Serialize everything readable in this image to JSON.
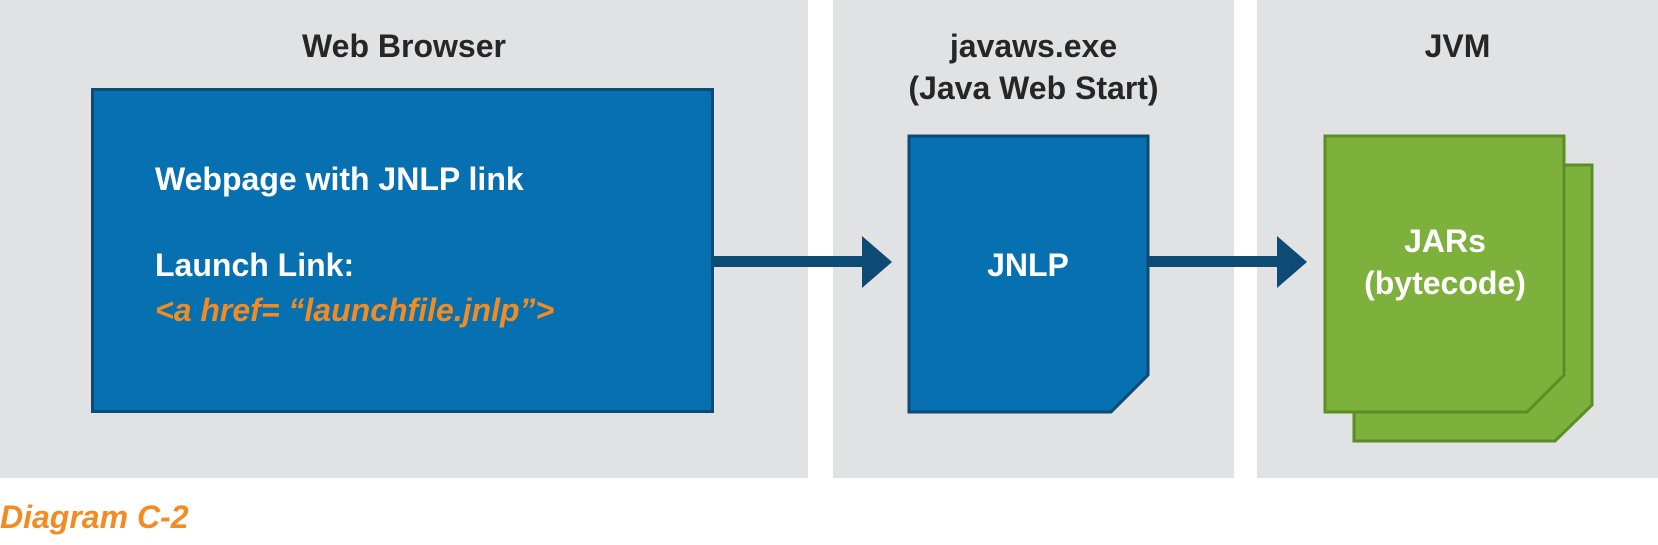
{
  "panels": {
    "browser": {
      "title": "Web Browser"
    },
    "javaws": {
      "title_line1": "javaws.exe",
      "title_line2": "(Java Web Start)"
    },
    "jvm": {
      "title": "JVM"
    }
  },
  "webpage_box": {
    "heading": "Webpage with JNLP link",
    "launch_label": "Launch Link:",
    "code": "<a href= “launchfile.jnlp”>"
  },
  "jnlp_document": {
    "label": "JNLP"
  },
  "jars_document": {
    "line1": "JARs",
    "line2": "(bytecode)"
  },
  "caption": "Diagram C-2",
  "colors": {
    "panel_bg": "#e1e2e4",
    "blue": "#0670b0",
    "blue_border": "#0d4a74",
    "green": "#7db13b",
    "green_border": "#5b8e26",
    "orange": "#f38b23",
    "arrow": "#0d4a74"
  }
}
